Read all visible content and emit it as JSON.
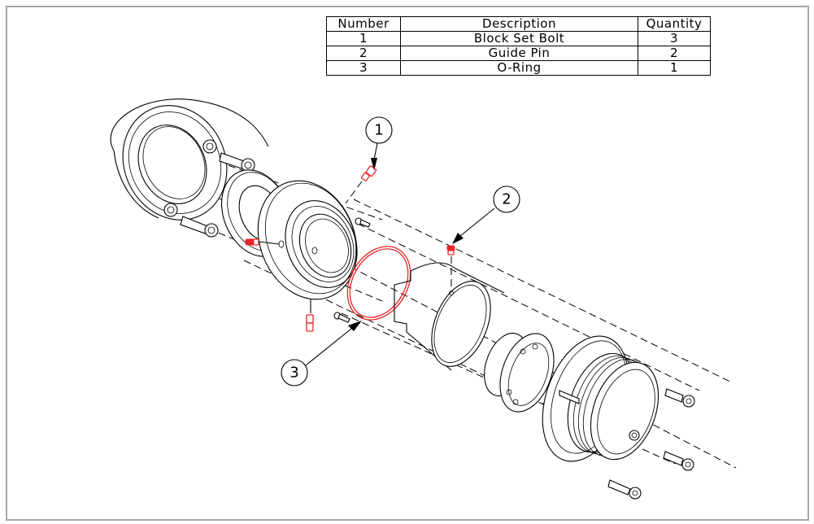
{
  "bom_table": {
    "headers": [
      "Number",
      "Description",
      "Quantity"
    ],
    "rows": [
      {
        "number": "1",
        "description": "Block Set Bolt",
        "quantity": "3"
      },
      {
        "number": "2",
        "description": "Guide Pin",
        "quantity": "2"
      },
      {
        "number": "3",
        "description": "O-Ring",
        "quantity": "1"
      }
    ]
  },
  "callouts": [
    {
      "label": "1",
      "part": "Block Set Bolt"
    },
    {
      "label": "2",
      "part": "Guide Pin"
    },
    {
      "label": "3",
      "part": "O-Ring"
    }
  ],
  "colors": {
    "highlight": "#e8262a",
    "line": "#000000",
    "frame": "#a6a6a6"
  }
}
